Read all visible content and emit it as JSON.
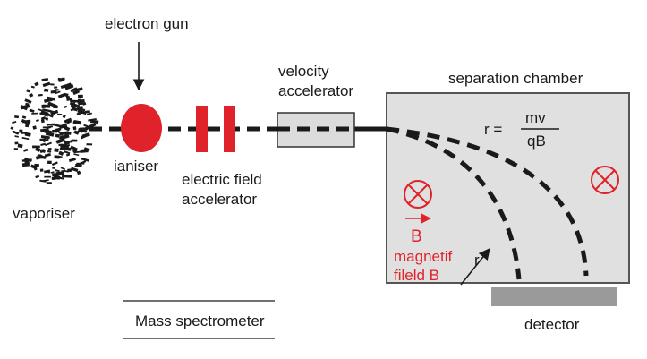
{
  "labels": {
    "electron_gun": "electron gun",
    "velocity_accelerator_line1": "velocity",
    "velocity_accelerator_line2": "accelerator",
    "separation_chamber": "separation chamber",
    "ionizer": "ianiser",
    "electric_field_line1": "electric field",
    "electric_field_line2": "accelerator",
    "vaporiser": "vaporiser",
    "formula_lhs": "r =",
    "formula_numerator": "mv",
    "formula_denominator": "qB",
    "b_vector": "B",
    "magnetic_field_line1": "magnetif",
    "magnetic_field_line2": "fileld B",
    "radius": "r",
    "detector": "detector",
    "caption": "Mass spectrometer"
  },
  "colors": {
    "accent_red": "#e0232a",
    "chamber_fill": "#e0e0e0",
    "accelerator_fill": "#dcdcdc",
    "detector_fill": "#9a9a9a",
    "ink": "#1a1a1a"
  },
  "icons": {
    "field_into_page": "circled-x-icon"
  }
}
